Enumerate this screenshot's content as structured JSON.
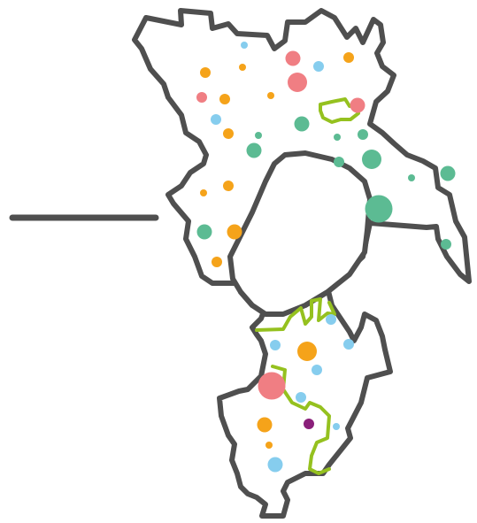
{
  "colors": {
    "outline": "#4f4f4f",
    "boundary_green": "#95c11f",
    "red": "#f07e83",
    "blue": "#86cdee",
    "orange": "#f5a31a",
    "teal": "#5cbb93",
    "purple": "#8a1f7a"
  },
  "markers": [
    {
      "category": "blue",
      "size": 1
    },
    {
      "category": "red",
      "size": 3
    },
    {
      "category": "blue",
      "size": 2
    },
    {
      "category": "orange",
      "size": 2
    },
    {
      "category": "orange",
      "size": 2
    },
    {
      "category": "orange",
      "size": 1
    },
    {
      "category": "red",
      "size": 2
    },
    {
      "category": "red",
      "size": 4
    },
    {
      "category": "orange",
      "size": 1
    },
    {
      "category": "orange",
      "size": 2
    },
    {
      "category": "red",
      "size": 3
    },
    {
      "category": "blue",
      "size": 2
    },
    {
      "category": "teal",
      "size": 3
    },
    {
      "category": "orange",
      "size": 2
    },
    {
      "category": "teal",
      "size": 1
    },
    {
      "category": "teal",
      "size": 1
    },
    {
      "category": "teal",
      "size": 2
    },
    {
      "category": "teal",
      "size": 3
    },
    {
      "category": "teal",
      "size": 2
    },
    {
      "category": "teal",
      "size": 4
    },
    {
      "category": "teal",
      "size": 1
    },
    {
      "category": "teal",
      "size": 3
    },
    {
      "category": "orange",
      "size": 1
    },
    {
      "category": "orange",
      "size": 2
    },
    {
      "category": "teal",
      "size": 5
    },
    {
      "category": "teal",
      "size": 3
    },
    {
      "category": "orange",
      "size": 3
    },
    {
      "category": "teal",
      "size": 2
    },
    {
      "category": "orange",
      "size": 2
    },
    {
      "category": "blue",
      "size": 2
    },
    {
      "category": "blue",
      "size": 2
    },
    {
      "category": "orange",
      "size": 4
    },
    {
      "category": "blue",
      "size": 2
    },
    {
      "category": "blue",
      "size": 2
    },
    {
      "category": "red",
      "size": 5
    },
    {
      "category": "blue",
      "size": 2
    },
    {
      "category": "orange",
      "size": 3
    },
    {
      "category": "purple",
      "size": 2
    },
    {
      "category": "blue",
      "size": 1
    },
    {
      "category": "orange",
      "size": 1
    },
    {
      "category": "blue",
      "size": 3
    }
  ]
}
